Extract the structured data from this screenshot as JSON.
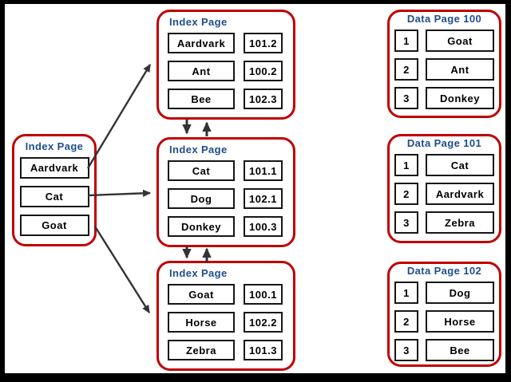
{
  "diagram": {
    "root_index_page": {
      "title": "Index Page",
      "keys": [
        "Aardvark",
        "Cat",
        "Goat"
      ]
    },
    "leaf_index_pages": [
      {
        "title": "Index Page",
        "entries": [
          {
            "key": "Aardvark",
            "pointer": "101.2"
          },
          {
            "key": "Ant",
            "pointer": "100.2"
          },
          {
            "key": "Bee",
            "pointer": "102.3"
          }
        ]
      },
      {
        "title": "Index Page",
        "entries": [
          {
            "key": "Cat",
            "pointer": "101.1"
          },
          {
            "key": "Dog",
            "pointer": "102.1"
          },
          {
            "key": "Donkey",
            "pointer": "100.3"
          }
        ]
      },
      {
        "title": "Index Page",
        "entries": [
          {
            "key": "Goat",
            "pointer": "100.1"
          },
          {
            "key": "Horse",
            "pointer": "102.2"
          },
          {
            "key": "Zebra",
            "pointer": "101.3"
          }
        ]
      }
    ],
    "data_pages": [
      {
        "title": "Data Page 100",
        "rows": [
          {
            "slot": "1",
            "value": "Goat"
          },
          {
            "slot": "2",
            "value": "Ant"
          },
          {
            "slot": "3",
            "value": "Donkey"
          }
        ]
      },
      {
        "title": "Data Page 101",
        "rows": [
          {
            "slot": "1",
            "value": "Cat"
          },
          {
            "slot": "2",
            "value": "Aardvark"
          },
          {
            "slot": "3",
            "value": "Zebra"
          }
        ]
      },
      {
        "title": "Data Page 102",
        "rows": [
          {
            "slot": "1",
            "value": "Dog"
          },
          {
            "slot": "2",
            "value": "Horse"
          },
          {
            "slot": "3",
            "value": "Bee"
          }
        ]
      }
    ],
    "relationships": [
      "root key Aardvark -> top leaf index page",
      "root key Cat -> middle leaf index page",
      "root key Goat -> bottom leaf index page",
      "top leaf <-> middle leaf (doubly linked)",
      "middle leaf <-> bottom leaf (doubly linked)"
    ],
    "colors": {
      "page_border": "#c00000",
      "page_title_text": "#1f4e8c",
      "cell_border": "#161616",
      "cell_text": "#000000",
      "arrow": "#333333",
      "background": "#ffffff",
      "frame": "#000000"
    }
  }
}
